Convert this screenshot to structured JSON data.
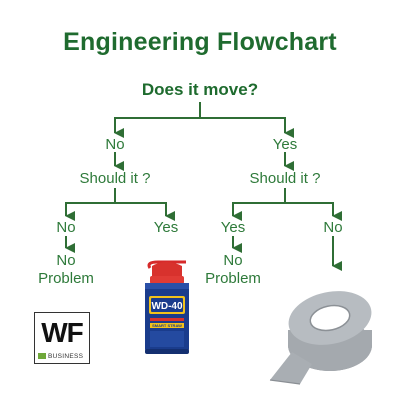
{
  "title": "Engineering Flowchart",
  "root_question": "Does it move?",
  "left_branch": {
    "answer": "No",
    "question": "Should it ?",
    "outcomes": [
      {
        "answer": "No",
        "result": "No\nProblem"
      },
      {
        "answer": "Yes",
        "result_image": "wd-40-can"
      }
    ]
  },
  "right_branch": {
    "answer": "Yes",
    "question": "Should it ?",
    "outcomes": [
      {
        "answer": "Yes",
        "result": "No\nProblem"
      },
      {
        "answer": "No",
        "result_image": "duct-tape-roll"
      }
    ]
  },
  "colors": {
    "title": "#1f6b2f",
    "text": "#2e7a3a",
    "arrow": "#2f6e35",
    "wd40_blue": "#1a3c8c",
    "wd40_yellow": "#f2c21b",
    "tape": "#9ea3a8"
  },
  "logo": {
    "letters": "WF",
    "subtitle": "BUSINESS"
  }
}
